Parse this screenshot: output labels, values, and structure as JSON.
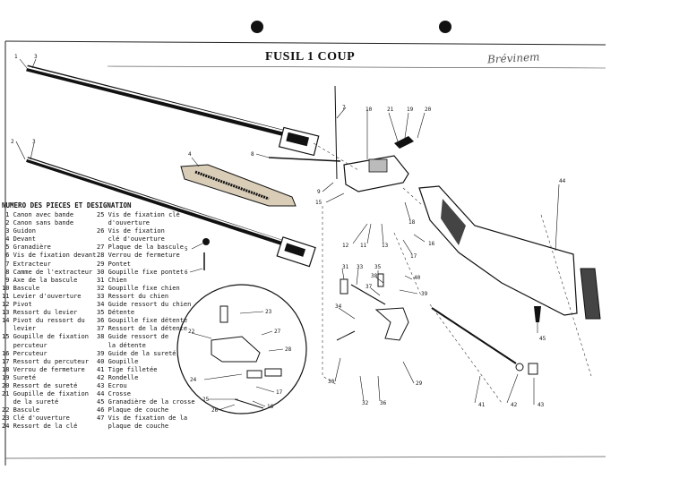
{
  "document": {
    "title": "FUSIL 1 COUP",
    "signature": "Brévinem",
    "legend_heading": "NUMERO DES PIECES ET DESIGNATION"
  },
  "parts_left": [
    " 1 Canon avec bande",
    " 2 Canon sans bande",
    " 3 Guidon",
    " 4 Devant",
    " 5 Granadière",
    " 6 Vis de fixation devant",
    " 7 Extracteur",
    " 8 Camme de l'extracteur",
    " 9 Axe de la bascule",
    "10 Bascule",
    "11 Levier d'ouverture",
    "12 Pivot",
    "13 Ressort du levier",
    "14 Pivot du ressort du",
    "   levier",
    "15 Goupille de fixation",
    "   percuteur",
    "16 Percuteur",
    "17 Ressort du percuteur",
    "18 Verrou de fermeture",
    "19 Sureté",
    "20 Ressort de sureté",
    "21 Goupille de fixation",
    "   de la sureté",
    "22 Bascule",
    "23 Clé d'ouverture",
    "24 Ressort de la clé"
  ],
  "parts_right": [
    "25 Vis de fixation clé",
    "   d'ouverture",
    "26 Vis de fixation",
    "   clé d'ouverture",
    "27 Plaque de la bascule",
    "28 Verrou de fermeture",
    "29 Pontet",
    "30 Goupille fixe pontet",
    "31 Chien",
    "32 Goupille fixe chien",
    "33 Ressort du chien",
    "34 Guide ressort du chien",
    "35 Détente",
    "36 Goupille fixe détente",
    "37 Ressort de la détente",
    "38 Guide ressort de",
    "   la détente",
    "39 Guide de la sureté",
    "40 Goupille",
    "41 Tige filletée",
    "42 Rondelle",
    "43 Ecrou",
    "44 Crosse",
    "45 Granadière de la crosse",
    "46 Plaque de couche",
    "47 Vis de fixation de la",
    "   plaque de couche"
  ],
  "callouts": [
    "1",
    "3",
    "2",
    "3",
    "4",
    "8",
    "7",
    "10",
    "21",
    "19",
    "20",
    "9",
    "15",
    "44",
    "18",
    "12",
    "11",
    "13",
    "16",
    "17",
    "5",
    "6",
    "31",
    "33",
    "35",
    "40",
    "37",
    "38",
    "39",
    "34",
    "22",
    "23",
    "27",
    "28",
    "24",
    "17",
    "25",
    "26",
    "16",
    "45",
    "30",
    "32",
    "36",
    "29",
    "41",
    "42",
    "43"
  ],
  "colors": {
    "ink": "#111111",
    "paper": "#ffffff",
    "wood": "#d9cdb8"
  }
}
